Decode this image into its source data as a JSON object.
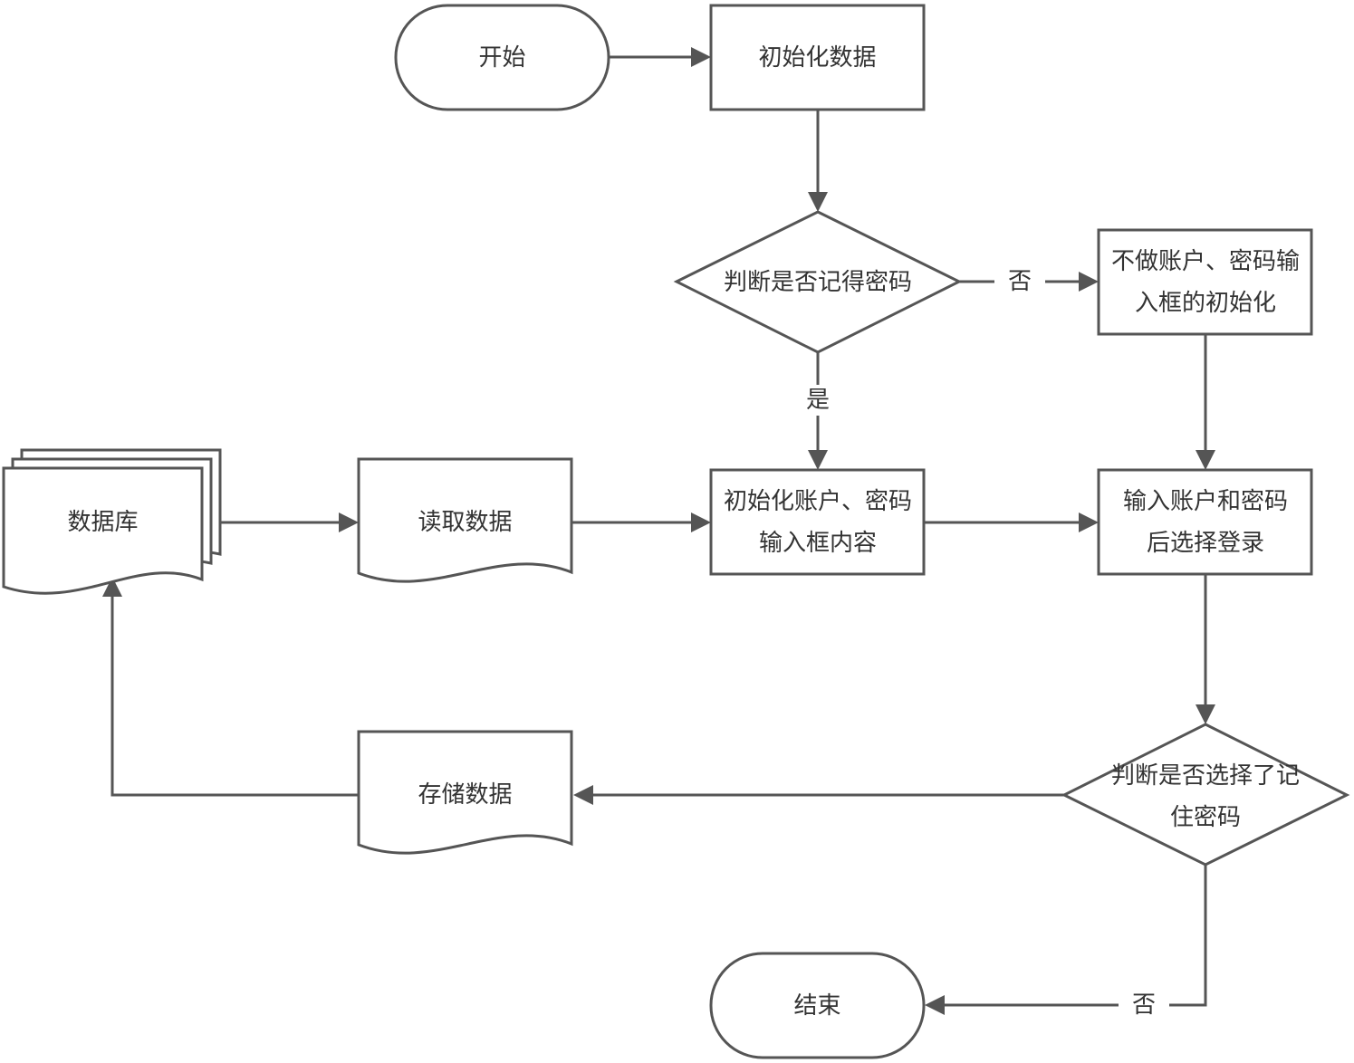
{
  "colors": {
    "stroke": "#555555",
    "text": "#333333",
    "background": "#ffffff"
  },
  "nodes": {
    "start": "开始",
    "init_data": "初始化数据",
    "check_remember": "判断是否记得密码",
    "no_init": "不做账户、密码输入框的初始化",
    "init_fields": "初始化账户、密码输入框内容",
    "input_login": "输入账户和密码后选择登录",
    "check_selected": "判断是否选择了记住密码",
    "database": "数据库",
    "read_data": "读取数据",
    "store_data": "存储数据",
    "end": "结束"
  },
  "edge_labels": {
    "no1": "否",
    "yes": "是",
    "no2": "否"
  }
}
